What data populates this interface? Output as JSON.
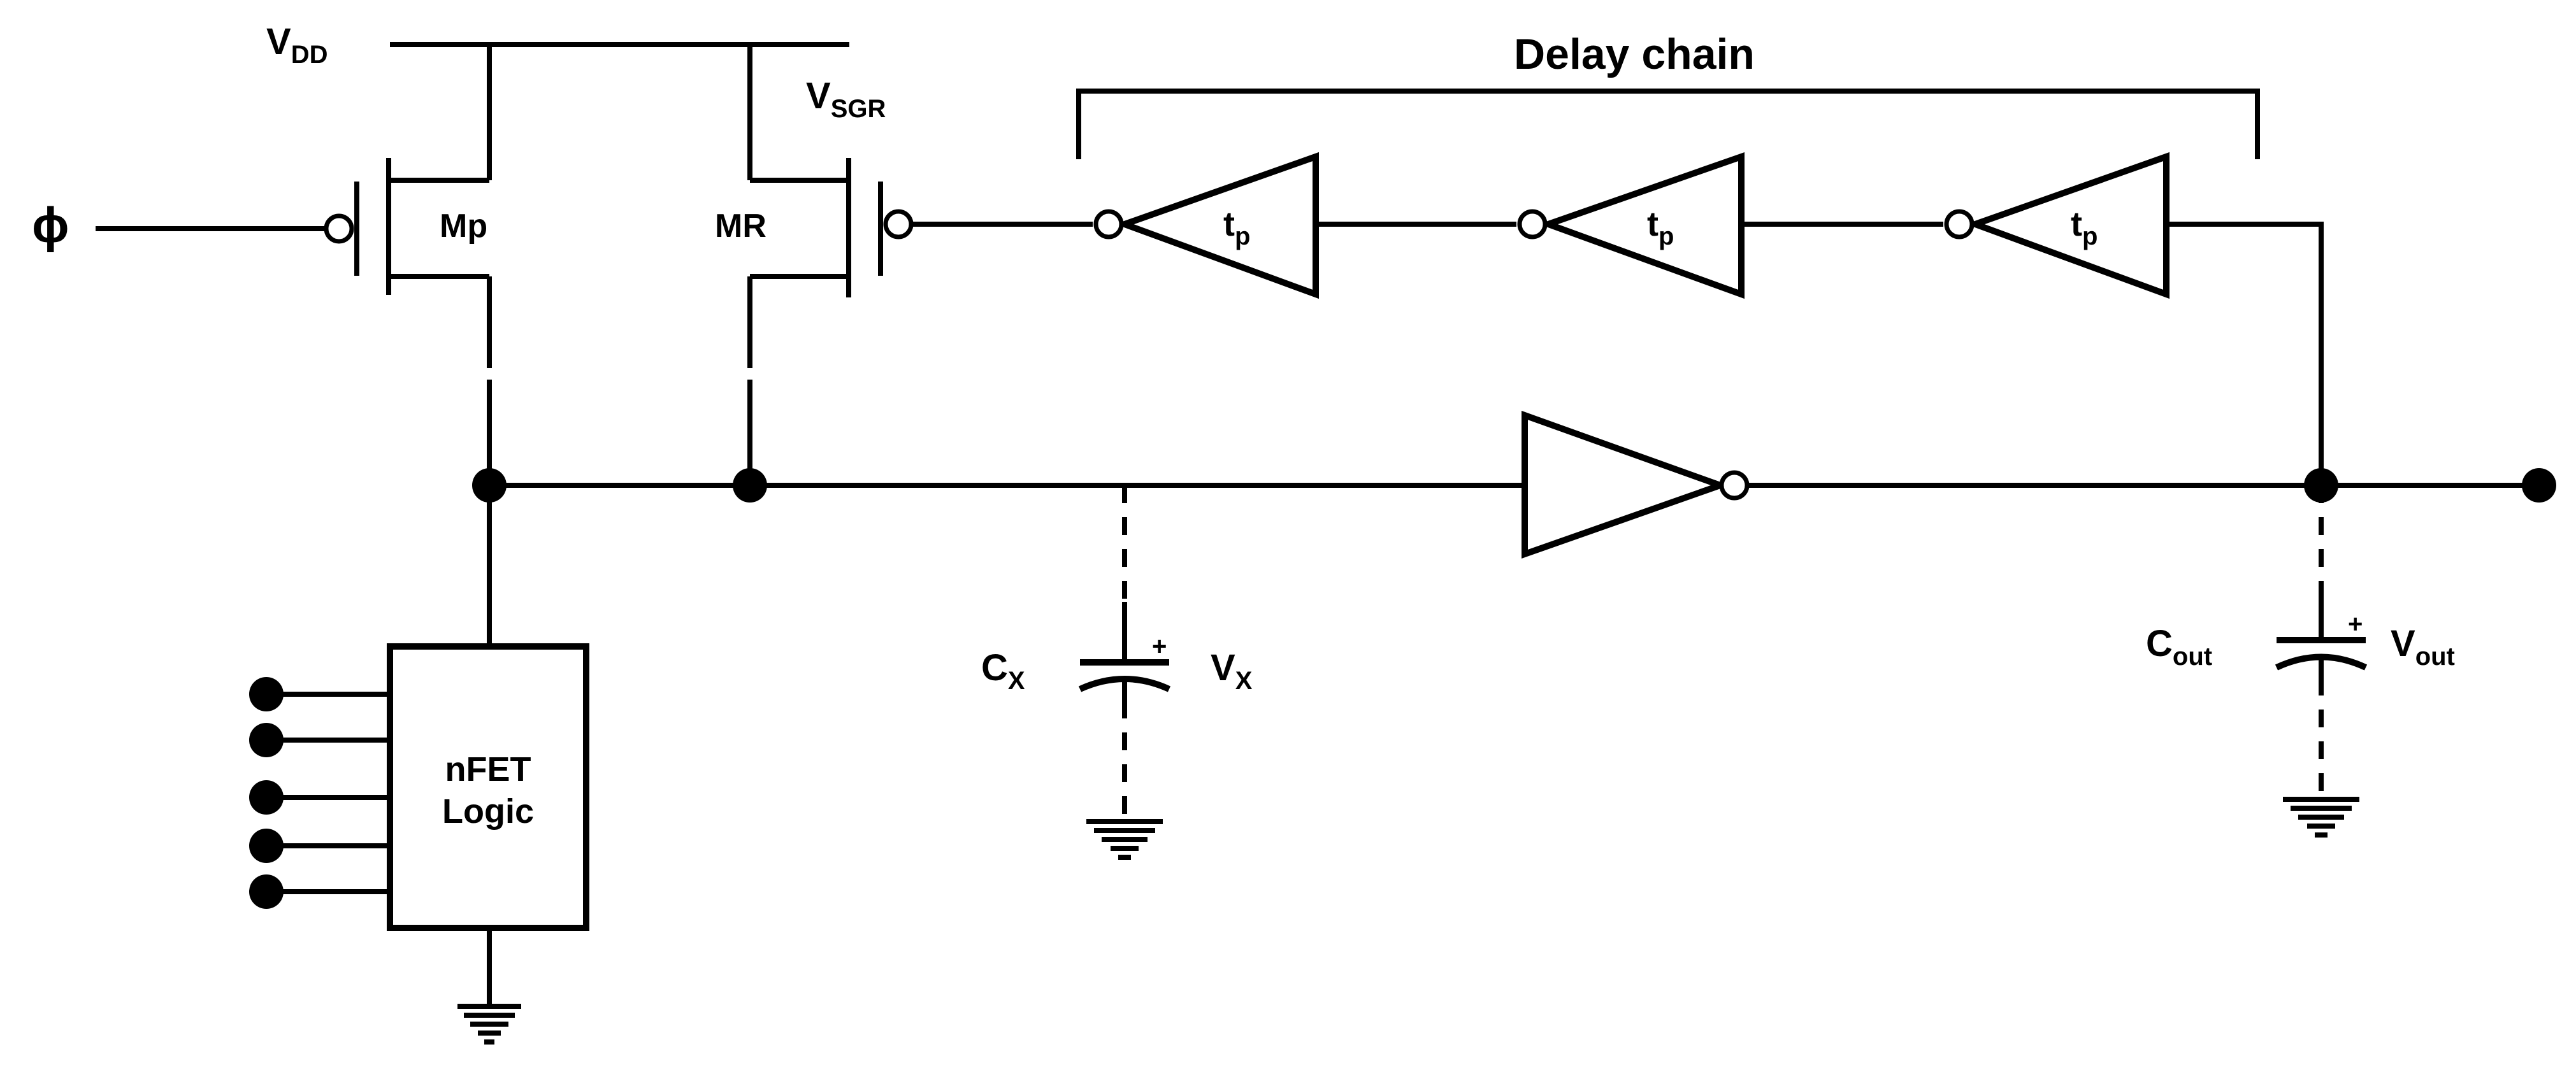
{
  "labels": {
    "vdd_main": "V",
    "vdd_sub": "DD",
    "vsgr_main": "V",
    "vsgr_sub": "SGR",
    "phi": "ϕ",
    "mp": "Mp",
    "mr": "MR",
    "delay_chain": "Delay chain",
    "tp1_main": "t",
    "tp1_sub": "p",
    "tp2_main": "t",
    "tp2_sub": "p",
    "tp3_main": "t",
    "tp3_sub": "p",
    "nfet_line1": "nFET",
    "nfet_line2": "Logic",
    "cx_main": "C",
    "cx_sub": "X",
    "vx_main": "V",
    "vx_sub": "X",
    "cout_main": "C",
    "cout_sub": "out",
    "vout_main": "V",
    "vout_sub": "out",
    "plus_cx": "+",
    "plus_cout": "+"
  }
}
